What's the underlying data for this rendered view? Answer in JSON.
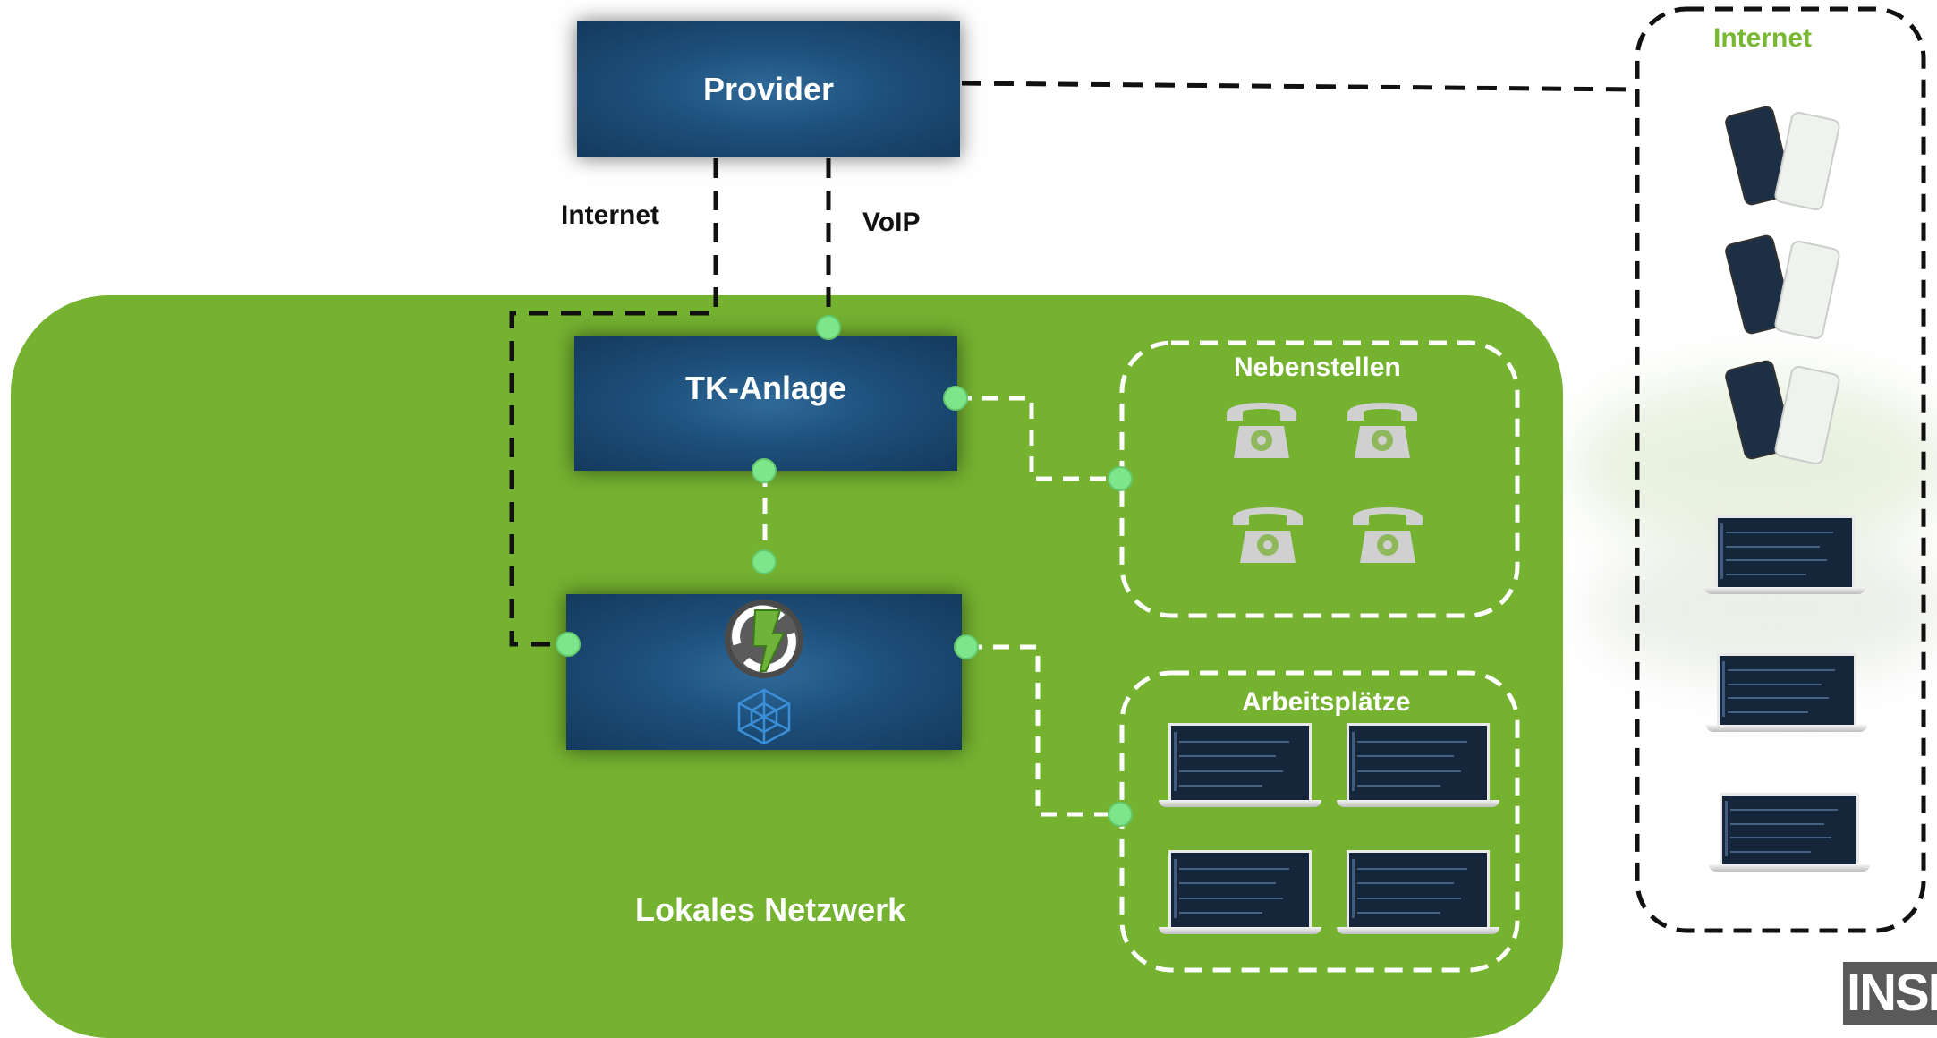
{
  "provider": {
    "label": "Provider"
  },
  "uplinks": {
    "internet_label": "Internet",
    "voip_label": "VoIP"
  },
  "tk_anlage": {
    "label": "TK-Anlage"
  },
  "lan": {
    "label": "Lokales Netzwerk"
  },
  "nebenstellen": {
    "title": "Nebenstellen",
    "phone_count": 4
  },
  "arbeitsplaetze": {
    "title": "Arbeitsplätze",
    "laptop_count": 4
  },
  "internet_group": {
    "title": "Internet",
    "mobile_count": 3,
    "laptop_count": 3
  },
  "logo": {
    "text": "INSE"
  },
  "colors": {
    "lan_green": "#74b230",
    "box_navy": "#1d4f7a",
    "node_green": "#7ee68a",
    "internet_green": "#78b833",
    "dashed_dark": "#111111",
    "dashed_light": "#ffffff"
  }
}
